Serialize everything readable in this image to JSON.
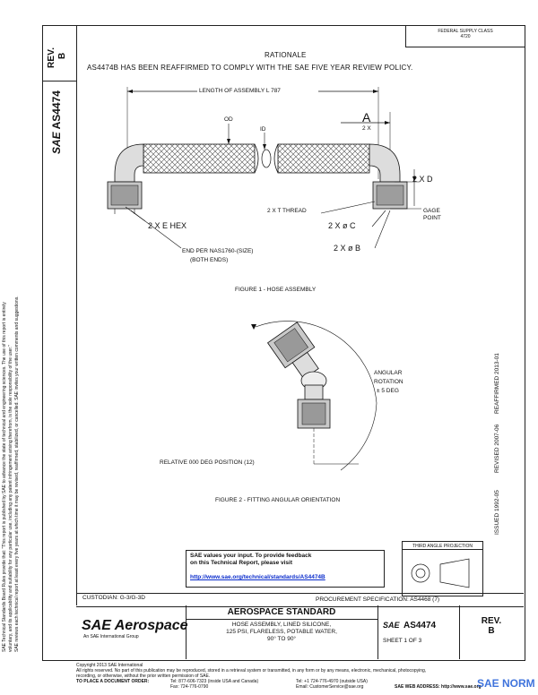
{
  "header": {
    "fed_class_line1": "FEDERAL SUPPLY CLASS",
    "fed_class_line2": "4720",
    "rev_label": "REV.",
    "rev_letter": "B",
    "doc_number": "AS4474",
    "sae_mark": "SAE"
  },
  "rationale": {
    "title": "RATIONALE",
    "body": "AS4474B HAS BEEN REAFFIRMED TO COMPLY WITH THE SAE FIVE YEAR REVIEW POLICY."
  },
  "figure1": {
    "caption": "FIGURE 1 - HOSE ASSEMBLY",
    "length_label": "LENGTH OF ASSEMBLY L 787",
    "od": "OD",
    "id": "ID",
    "a": "A",
    "two_x_a": "2 X",
    "two_x_d": "2 X D",
    "gage_point": "GAGE\nPOINT",
    "thread": "2 X T THREAD",
    "phi_c": "2 X ø C",
    "phi_b": "2 X ø B",
    "hex": "2 X E HEX",
    "end_per": "END PER NAS1760-(SIZE)",
    "both_ends": "(BOTH ENDS)"
  },
  "figure2": {
    "caption": "FIGURE 2 - FITTING ANGULAR ORIENTATION",
    "angular": "ANGULAR",
    "rotation": "ROTATION",
    "tolerance": "± 5 DEG",
    "relative": "RELATIVE 000 DEG POSITION (12)"
  },
  "side_dates": {
    "issued": "ISSUED 1992-05",
    "revised": "REVISED 2007-06",
    "reaffirmed": "REAFFIRMED 2013-01"
  },
  "left_margin": {
    "line1": "SAE Technical Standards Board Rules provide that: \"This report is published by SAE to advance the state of technical and engineering sciences. The use of this report is entirely",
    "line2": "voluntary, and its applicability and suitability for any particular use, including any patent infringement arising therefrom, is the sole responsibility of the user.\"",
    "line3": "SAE reviews each technical report at least every five years at which time it may be revised, reaffirmed, stabilized, or cancelled. SAE invites your written comments and suggestions."
  },
  "feedback": {
    "line1": "SAE values your input. To provide feedback",
    "line2": "on this Technical Report, please visit",
    "url": "http://www.sae.org/technical/standards/AS4474B"
  },
  "third_angle": "THIRD ANGLE PROJECTION",
  "custodian": "CUSTODIAN: G-3/G-3D",
  "procurement": "PROCUREMENT SPECIFICATION: AS4468 (7)",
  "title_block": {
    "logo": "SAE Aerospace",
    "logo_sub": "An SAE International Group",
    "standard": "AEROSPACE STANDARD",
    "desc1": "HOSE ASSEMBLY, LINED SILICONE,",
    "desc2": "125 PSI, FLARELESS, POTABLE WATER,",
    "desc3": "90° TO 90°",
    "sae": "SAE",
    "number": "AS4474",
    "sheet": "SHEET 1 OF 3",
    "rev_label": "REV.",
    "rev": "B"
  },
  "footer": {
    "copyright": "Copyright 2013 SAE International",
    "rights1": "All rights reserved. No part of this publication may be reproduced, stored in a retrieval system or transmitted, in any form or by any means, electronic, mechanical, photocopying,",
    "rights2": "recording, or otherwise, without the prior written permission of SAE.",
    "order": "TO PLACE A DOCUMENT ORDER:",
    "tel1": "Tel: 877-606-7323 (inside USA and Canada)",
    "tel2": "Tel: +1 724-776-4970 (outside USA)",
    "fax": "Fax: 724-776-0790",
    "email": "Email: CustomerService@sae.org",
    "web": "SAE WEB ADDRESS: http://www.sae.org",
    "watermark": "SAE NORM"
  }
}
